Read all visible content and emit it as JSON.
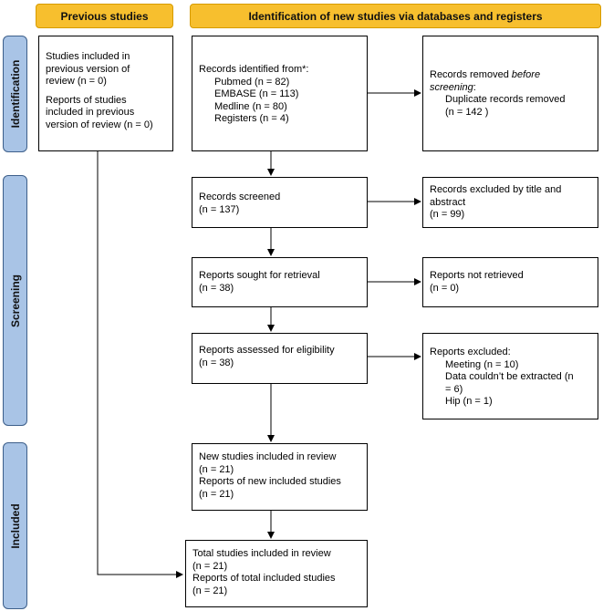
{
  "colors": {
    "header_fill": "#f7bf2e",
    "header_border": "#d79b00",
    "stage_fill": "#a9c4e6",
    "stage_border": "#3d5f8a"
  },
  "headers": {
    "previous": "Previous studies",
    "new": "Identification of new studies via databases and registers"
  },
  "stages": {
    "identification": "Identification",
    "screening": "Screening",
    "included": "Included"
  },
  "previous_box": {
    "line1": "Studies included in",
    "line2": "previous version of",
    "line3": "review (n = 0)",
    "line4": "Reports of studies",
    "line5": "included in previous",
    "line6": "version of review (n = 0)"
  },
  "records_identified": {
    "title": "Records identified from*:",
    "pubmed": "Pubmed (n = 82)",
    "embase": "EMBASE (n = 113)",
    "medline": "Medline (n = 80)",
    "registers": "Registers (n = 4)"
  },
  "records_removed": {
    "title_prefix": "Records removed ",
    "title_italic1": "before",
    "title_italic2": "screening",
    "title_suffix": ":",
    "duplicates": "Duplicate records removed",
    "count": "(n = 142 )"
  },
  "records_screened": {
    "line1": "Records screened",
    "line2": "(n = 137)"
  },
  "excluded_title_abstract": {
    "line1": "Records excluded by title and",
    "line2": "abstract",
    "line3": "(n = 99)"
  },
  "reports_sought": {
    "line1": "Reports sought for retrieval",
    "line2": "(n = 38)"
  },
  "not_retrieved": {
    "line1": "Reports not retrieved",
    "line2": "(n = 0)"
  },
  "assessed": {
    "line1": "Reports assessed for eligibility",
    "line2": "(n = 38)"
  },
  "reports_excluded": {
    "title": "Reports excluded:",
    "meeting": "Meeting (n = 10)",
    "data_line1": "Data couldn’t be extracted (n",
    "data_line2": "= 6)",
    "hip": "Hip (n = 1)"
  },
  "new_included": {
    "line1": "New studies included in review",
    "line2": "(n = 21)",
    "line3": "Reports of new included studies",
    "line4": "(n = 21)"
  },
  "total_included": {
    "line1": "Total studies included in review",
    "line2": "(n = 21)",
    "line3": "Reports of total included studies",
    "line4": "(n = 21)"
  }
}
